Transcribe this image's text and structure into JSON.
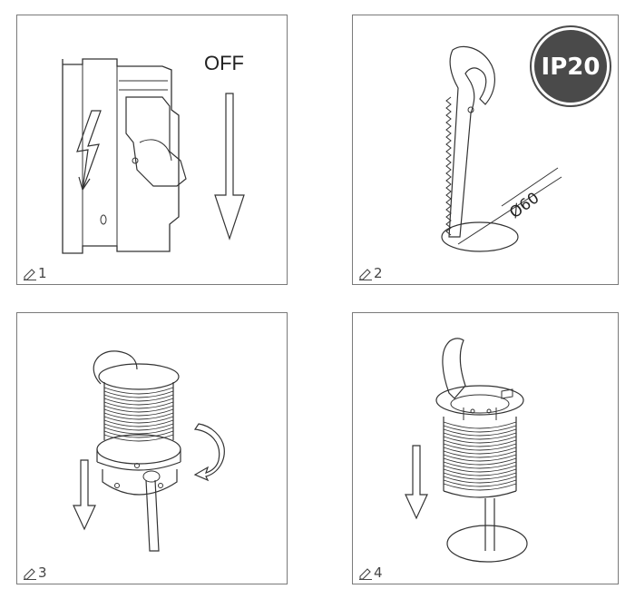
{
  "panels": [
    {
      "step": "1",
      "label": "OFF"
    },
    {
      "step": "2",
      "badge": "IP20",
      "dimension": "Ø60"
    },
    {
      "step": "3"
    },
    {
      "step": "4"
    }
  ],
  "colors": {
    "badge": "#4a4a4a",
    "line": "#333333",
    "frame": "#7a7a7a"
  },
  "icons": [
    "pencil-icon",
    "lightning-icon",
    "arrow-down-icon",
    "rotate-arrow-icon"
  ]
}
